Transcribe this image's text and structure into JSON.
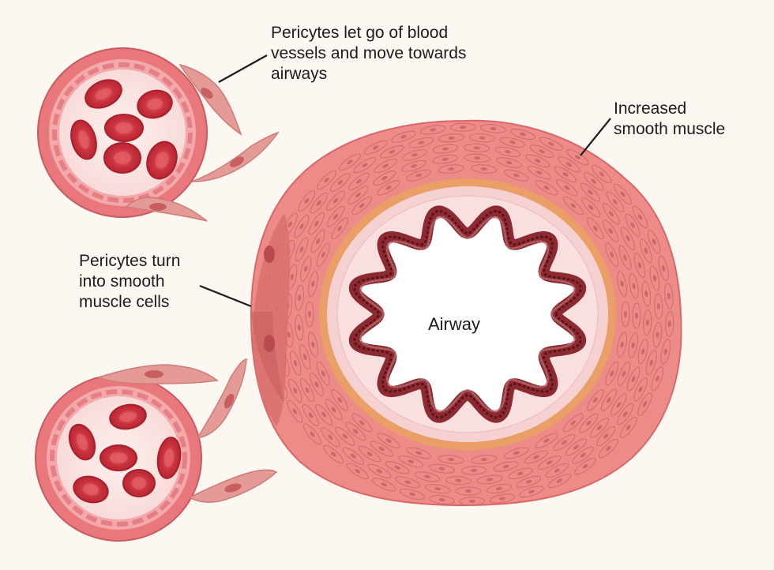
{
  "labels": {
    "pericytes_leave": [
      "Pericytes let go of blood",
      "vessels and move towards",
      "airways"
    ],
    "smooth_muscle": [
      "Increased",
      "smooth muscle"
    ],
    "pericytes_turn": [
      "Pericytes turn",
      "into smooth",
      "muscle cells"
    ],
    "airway": "Airway"
  },
  "colors": {
    "background": "#fcf7f1",
    "vessel_wall": "#e8787c",
    "vessel_lumen": "#fbe3e3",
    "red_blood_cell": "#c7303c",
    "pericyte": "#e49b96",
    "smooth_muscle": "#ec8b88",
    "airway_lining": "#8c2a32",
    "leader_line": "#1c1c1c"
  }
}
